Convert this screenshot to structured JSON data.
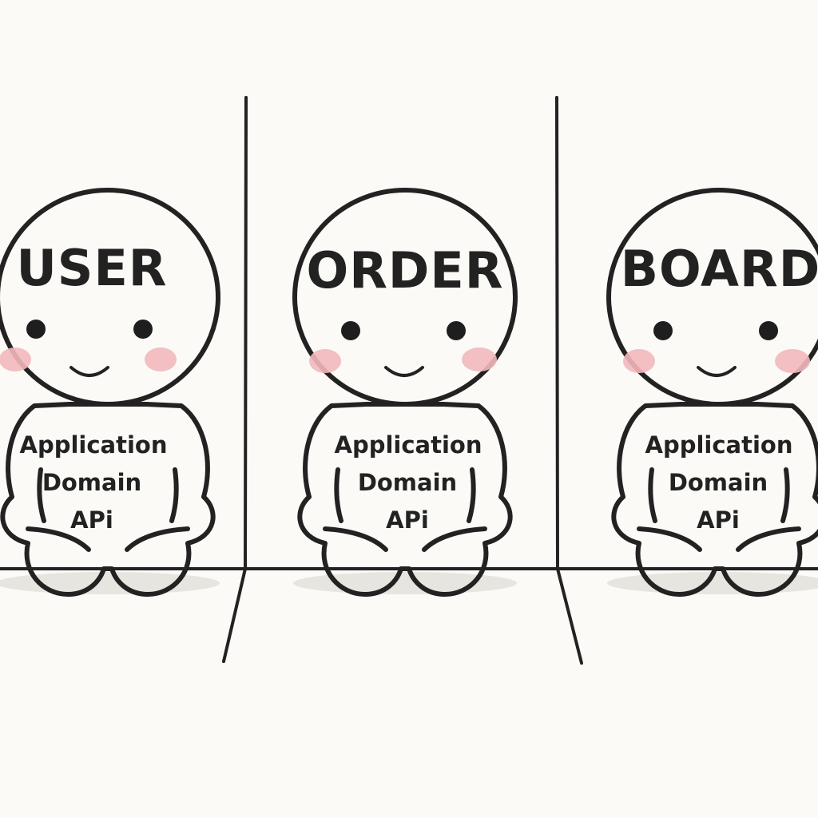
{
  "diagram": {
    "characters": [
      {
        "id": "user",
        "name": "USER",
        "fill": "#ffffff",
        "layers": [
          "Application",
          "Domain",
          "APi"
        ]
      },
      {
        "id": "order",
        "name": "ORDER",
        "fill": "#bfe3f4",
        "layers": [
          "Application",
          "Domain",
          "APi"
        ]
      },
      {
        "id": "board",
        "name": "BOARD",
        "fill": "#c8e8c2",
        "layers": [
          "Application",
          "Domain",
          "APi"
        ]
      }
    ]
  }
}
